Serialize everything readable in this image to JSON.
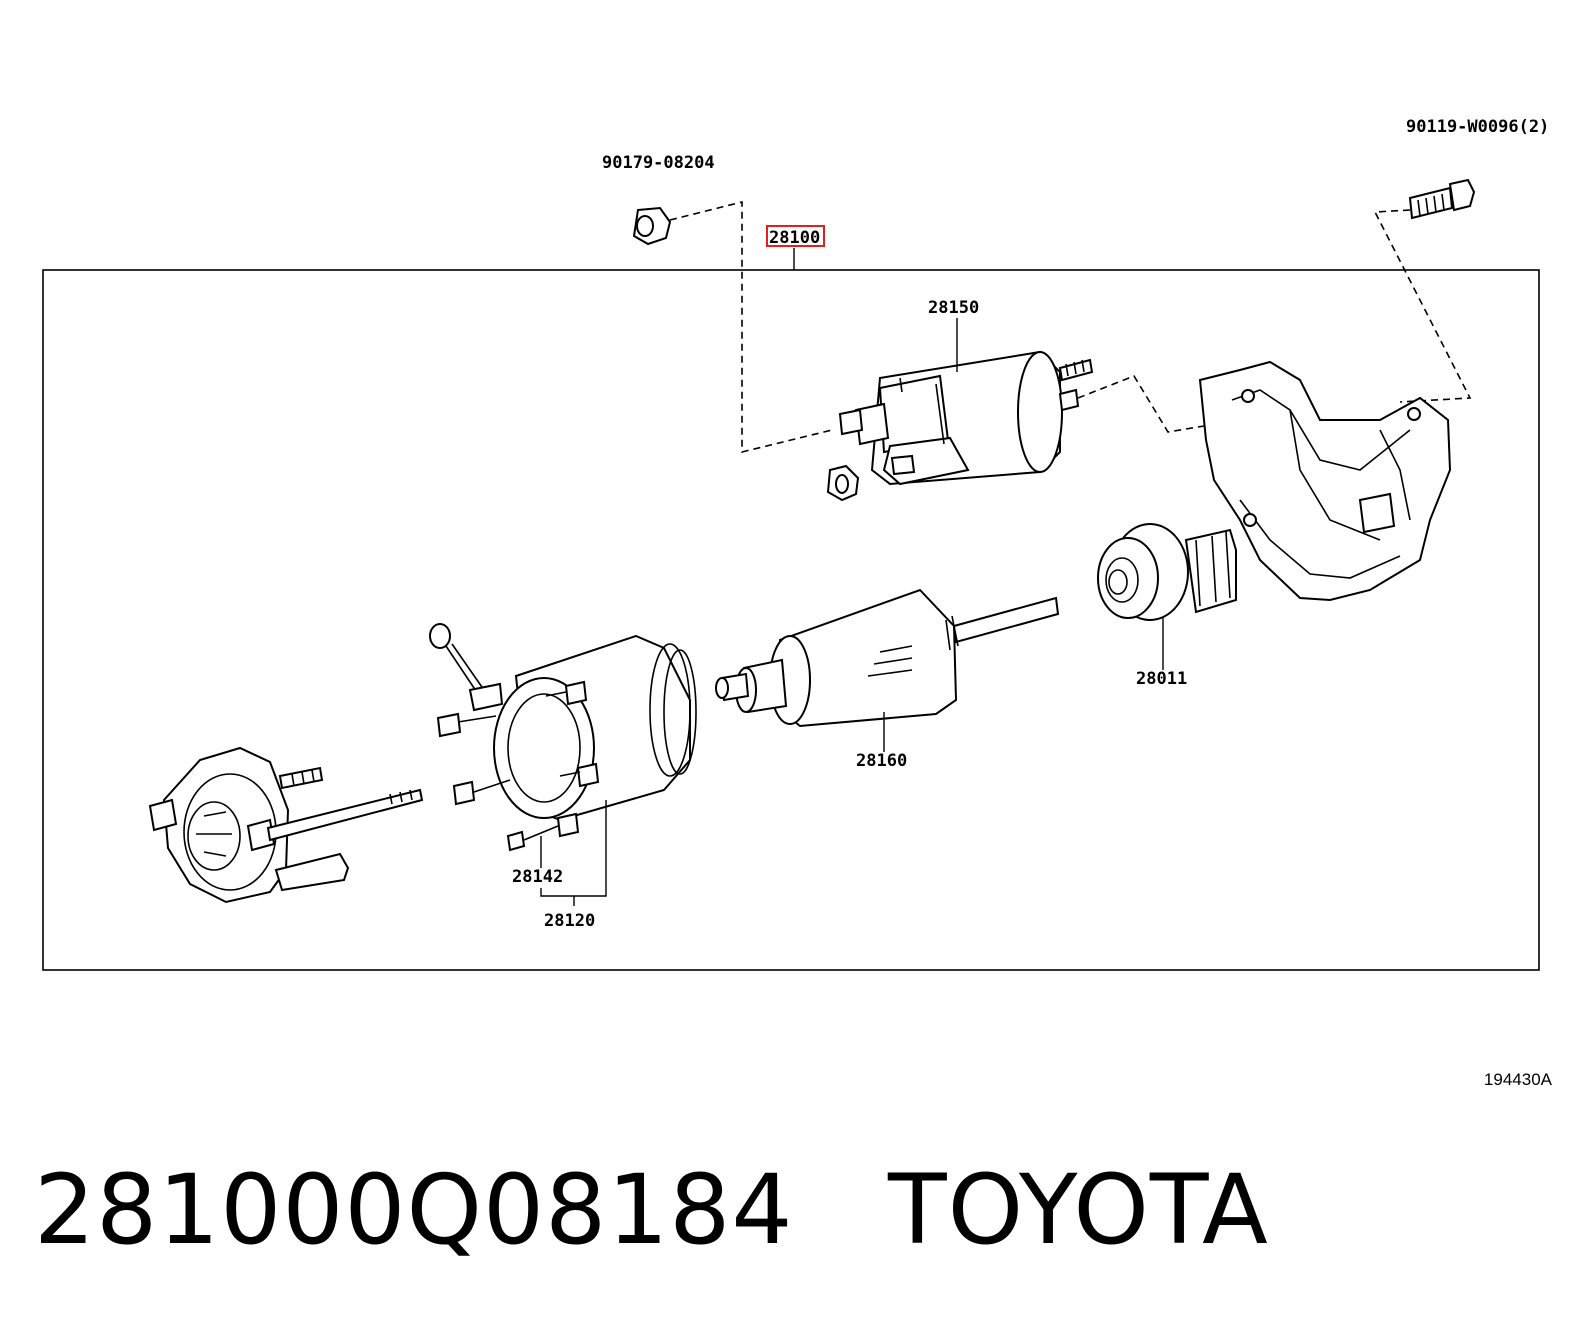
{
  "callouts": {
    "nut_top": "90179-08204",
    "bolt_top": "90119-W0096(2)",
    "assembly": "28100",
    "solenoid": "28150",
    "clutch": "28011",
    "armature": "28160",
    "brush": "28142",
    "yoke": "28120"
  },
  "ref_code": "194430A",
  "caption": {
    "part_number": "281000Q08184",
    "brand": "TOYOTA"
  },
  "colors": {
    "highlight": "#e0201f",
    "line": "#000000",
    "background": "#ffffff"
  }
}
